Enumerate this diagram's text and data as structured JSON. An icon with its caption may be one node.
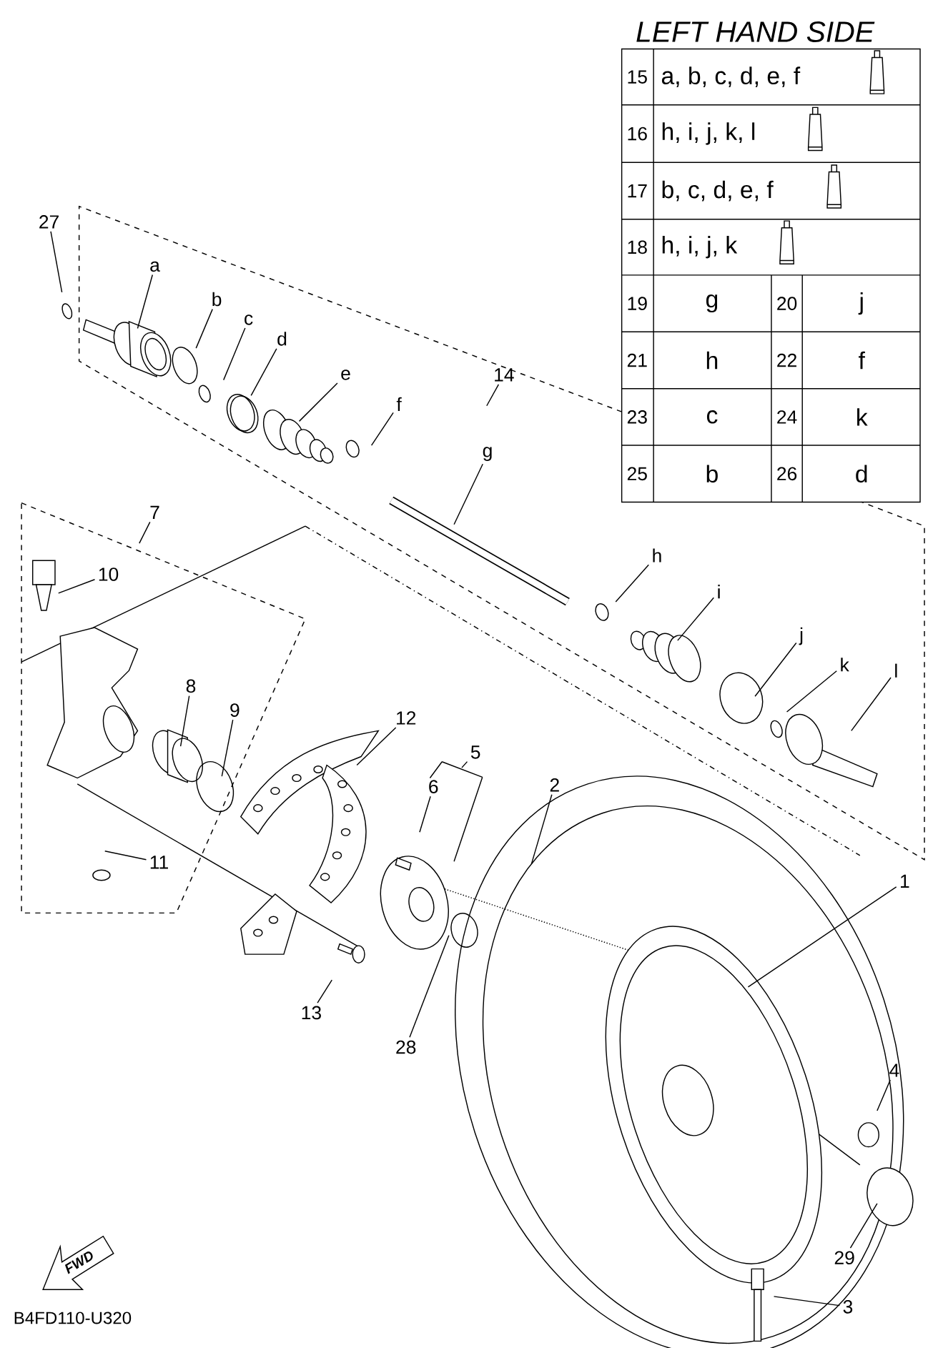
{
  "diagram": {
    "title": "LEFT HAND SIDE",
    "nodes": [
      {
        "text": [
          "27"
        ]
      },
      {
        "text": [
          "a"
        ]
      },
      {
        "text": [
          "b"
        ]
      },
      {
        "text": [
          "c"
        ]
      },
      {
        "text": [
          "d"
        ]
      },
      {
        "text": [
          "e"
        ]
      },
      {
        "text": [
          "14"
        ]
      },
      {
        "text": [
          "f"
        ]
      },
      {
        "text": [
          "g"
        ]
      },
      {
        "text": [
          "7"
        ]
      },
      {
        "text": [
          "h"
        ]
      },
      {
        "text": [
          "10"
        ]
      },
      {
        "text": [
          "i"
        ]
      },
      {
        "text": [
          "j"
        ]
      },
      {
        "text": [
          "k"
        ]
      },
      {
        "text": [
          "l"
        ]
      },
      {
        "text": [
          "8"
        ]
      },
      {
        "text": [
          "9"
        ]
      },
      {
        "text": [
          "12"
        ]
      },
      {
        "text": [
          "5"
        ]
      },
      {
        "text": [
          "2"
        ]
      },
      {
        "text": [
          "6"
        ]
      },
      {
        "text": [
          "11"
        ]
      },
      {
        "text": [
          "1"
        ]
      },
      {
        "text": [
          "13"
        ]
      },
      {
        "text": [
          "28"
        ]
      },
      {
        "text": [
          "4"
        ]
      },
      {
        "text": [
          "29"
        ]
      },
      {
        "text": [
          "3"
        ]
      }
    ],
    "edges": [
      {
        "from": 0,
        "to": null,
        "arrow": "none"
      },
      {
        "from": 1,
        "to": null,
        "arrow": "none"
      },
      {
        "from": 2,
        "to": null,
        "arrow": "none"
      },
      {
        "from": 3,
        "to": null,
        "arrow": "none"
      },
      {
        "from": 4,
        "to": null,
        "arrow": "none"
      },
      {
        "from": 5,
        "to": null,
        "arrow": "none"
      },
      {
        "from": 6,
        "to": null,
        "arrow": "none"
      },
      {
        "from": 7,
        "to": null,
        "arrow": "none"
      },
      {
        "from": 8,
        "to": null,
        "arrow": "none"
      },
      {
        "from": 9,
        "to": null,
        "arrow": "none"
      },
      {
        "from": 10,
        "to": null,
        "arrow": "none"
      },
      {
        "from": 11,
        "to": null,
        "arrow": "none"
      },
      {
        "from": 12,
        "to": null,
        "arrow": "none"
      },
      {
        "from": 13,
        "to": null,
        "arrow": "none"
      },
      {
        "from": 14,
        "to": null,
        "arrow": "none"
      },
      {
        "from": 15,
        "to": null,
        "arrow": "none"
      },
      {
        "from": 16,
        "to": null,
        "arrow": "none"
      },
      {
        "from": 17,
        "to": null,
        "arrow": "none"
      },
      {
        "from": 18,
        "to": null,
        "arrow": "none"
      },
      {
        "from": 19,
        "to": null,
        "arrow": "none"
      },
      {
        "from": 20,
        "to": null,
        "arrow": "none"
      },
      {
        "from": 21,
        "to": null,
        "arrow": "none"
      },
      {
        "from": 22,
        "to": null,
        "arrow": "none"
      },
      {
        "from": 23,
        "to": null,
        "arrow": "none"
      },
      {
        "from": 24,
        "to": null,
        "arrow": "none"
      },
      {
        "from": 25,
        "to": null,
        "arrow": "none"
      },
      {
        "from": 26,
        "to": null,
        "arrow": "none"
      },
      {
        "from": 27,
        "to": null,
        "arrow": "none"
      },
      {
        "from": 28,
        "to": null,
        "arrow": "none"
      }
    ],
    "labels": [
      "15",
      "a, b, c, d, e, f",
      "16",
      "h, i, j, k, l",
      "17",
      "b, c, d, e, f",
      "18",
      "h, i, j, k",
      "19",
      "g",
      "20",
      "j",
      "21",
      "h",
      "22",
      "f",
      "23",
      "c",
      "24",
      "k",
      "25",
      "b",
      "26",
      "d",
      "FWD",
      "B4FD110-U320"
    ]
  }
}
